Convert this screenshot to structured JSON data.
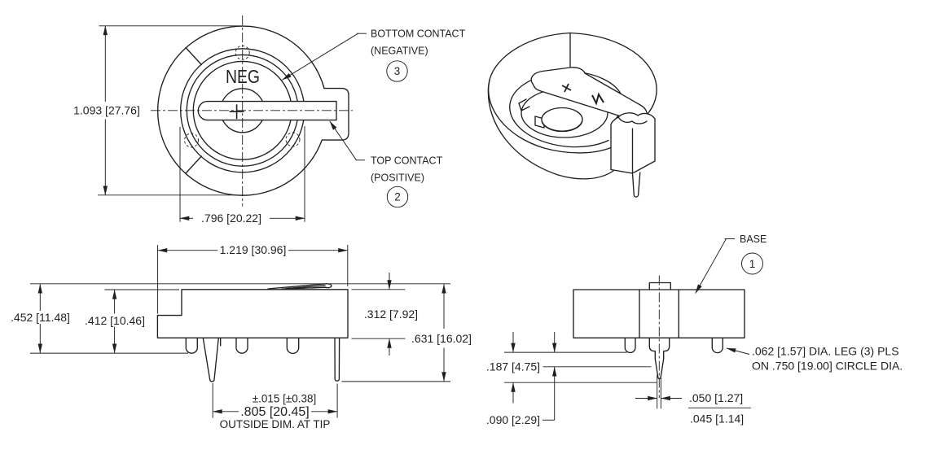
{
  "colors": {
    "line": "#231f20",
    "background": "#ffffff"
  },
  "top_view": {
    "dim_diameter": "1.093 [27.76]",
    "dim_contact": ".796 [20.22]",
    "neg_marking": "NEG",
    "callout_bottom_line1": "BOTTOM CONTACT",
    "callout_bottom_line2": "(NEGATIVE)",
    "balloon_bottom": "3",
    "callout_top_line1": "TOP CONTACT",
    "callout_top_line2": "(POSITIVE)",
    "balloon_top": "2"
  },
  "front_view": {
    "dim_width": "1.219 [30.96]",
    "dim_overall_height": ".452 [11.48]",
    "dim_body_to_seat": ".412 [10.46]",
    "dim_body_height": ".312 [7.92]",
    "dim_total_height": ".631 [16.02]",
    "dim_leg_tolerance": "±.015 [±0.38]",
    "dim_leg_span": ".805 [20.45]",
    "leg_span_note": "OUTSIDE DIM. AT TIP"
  },
  "side_view": {
    "callout_base": "BASE",
    "balloon_base": "1",
    "dim_leg_length": ".187 [4.75]",
    "dim_tip": ".090 [2.29]",
    "dim_pin_width_top": ".050 [1.27]",
    "dim_pin_width_bottom": ".045 [1.14]",
    "leg_note_line1": ".062 [1.57] DIA. LEG (3) PLS",
    "leg_note_line2": "ON .750 [19.00] CIRCLE DIA."
  }
}
